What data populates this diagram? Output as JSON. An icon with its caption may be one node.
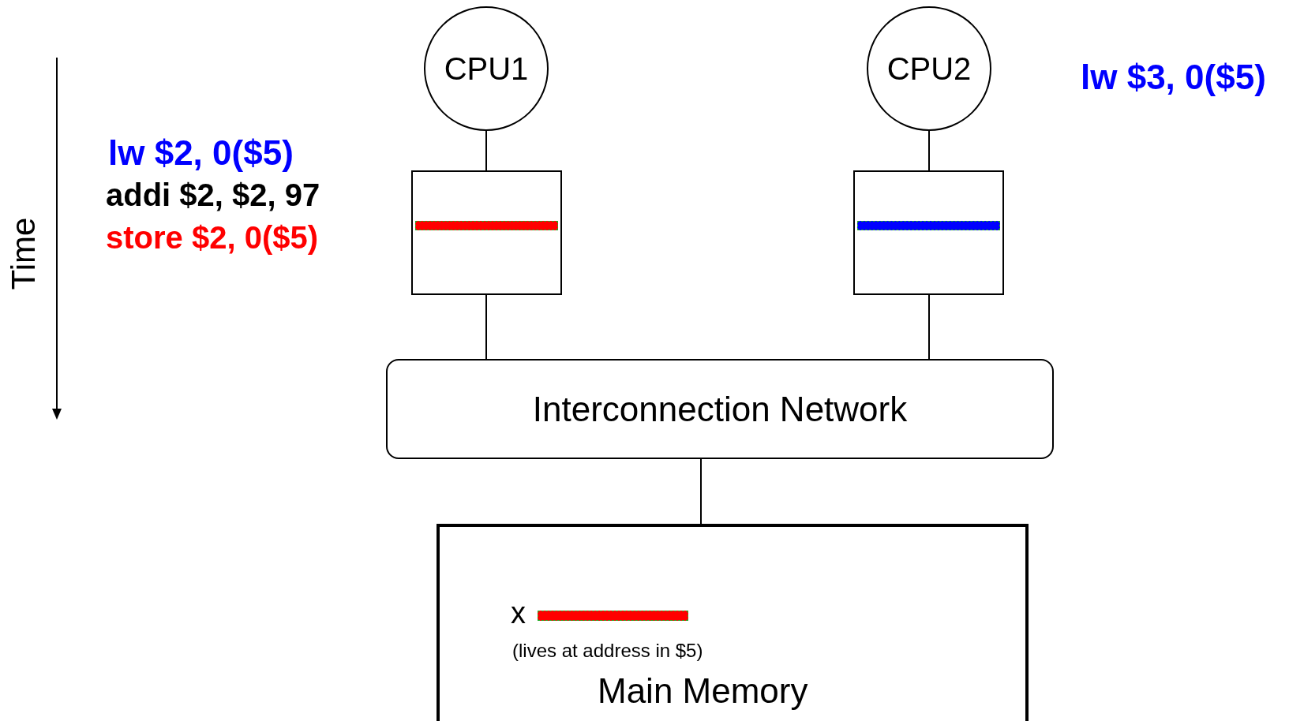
{
  "diagram": {
    "nodes": [
      {
        "text": [
          "CPU1"
        ]
      },
      {
        "text": [
          "CPU2"
        ]
      },
      {
        "text": [],
        "shape": "box"
      },
      {
        "text": [],
        "shape": "box"
      },
      {
        "text": [
          "Interconnection Network"
        ]
      },
      {
        "text": [
          "x",
          "(lives at address in $5)",
          "Main Memory"
        ]
      }
    ],
    "edges": [
      {
        "from": 0,
        "to": 2,
        "arrow": "none"
      },
      {
        "from": 2,
        "to": 4,
        "arrow": "none"
      },
      {
        "from": 1,
        "to": 3,
        "arrow": "none"
      },
      {
        "from": 3,
        "to": 4,
        "arrow": "none"
      },
      {
        "from": 4,
        "to": 5,
        "arrow": "none"
      }
    ],
    "labels": [
      "Time",
      "lw $2, 0($5)",
      "addi $2, $2, 97",
      "store $2, 0($5)",
      "lw $3, 0($5)"
    ]
  }
}
